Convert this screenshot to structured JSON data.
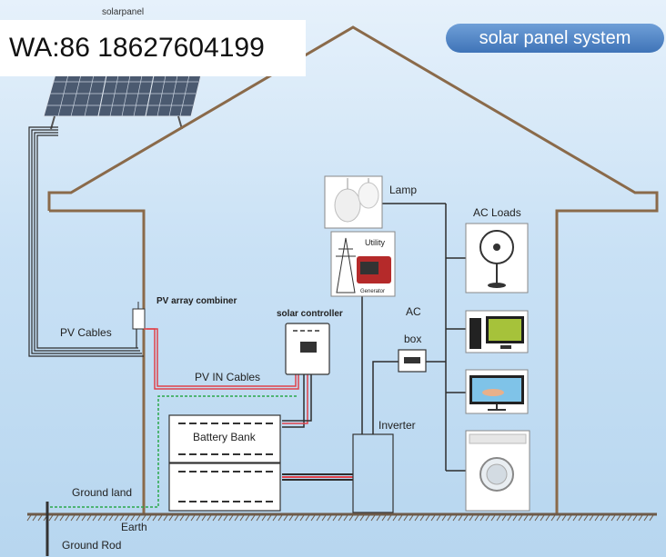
{
  "header": {
    "caption_top": "solarpanel",
    "contact": "WA:86 18627604199",
    "title_badge": "solar panel system"
  },
  "labels": {
    "lamp": "Lamp",
    "ac_loads": "AC  Loads",
    "utility": "Utility",
    "generator": "Generator",
    "pv_array_combiner": "PV array combiner",
    "solar_controller": "solar controller",
    "ac": "AC",
    "box": "box",
    "pv_cables": "PV Cables",
    "pv_in_cables": "PV IN Cables",
    "battery_bank": "Battery Bank",
    "inverter": "Inverter",
    "ground_land": "Ground  land",
    "earth": "Earth",
    "ground_rod": "Ground Rod"
  },
  "colors": {
    "roof": "#8a6a4a",
    "wire": "#2d2d2d",
    "cable_red": "#e0424a",
    "ground_wire": "#2aa84a",
    "badge": "#4f82c4"
  }
}
